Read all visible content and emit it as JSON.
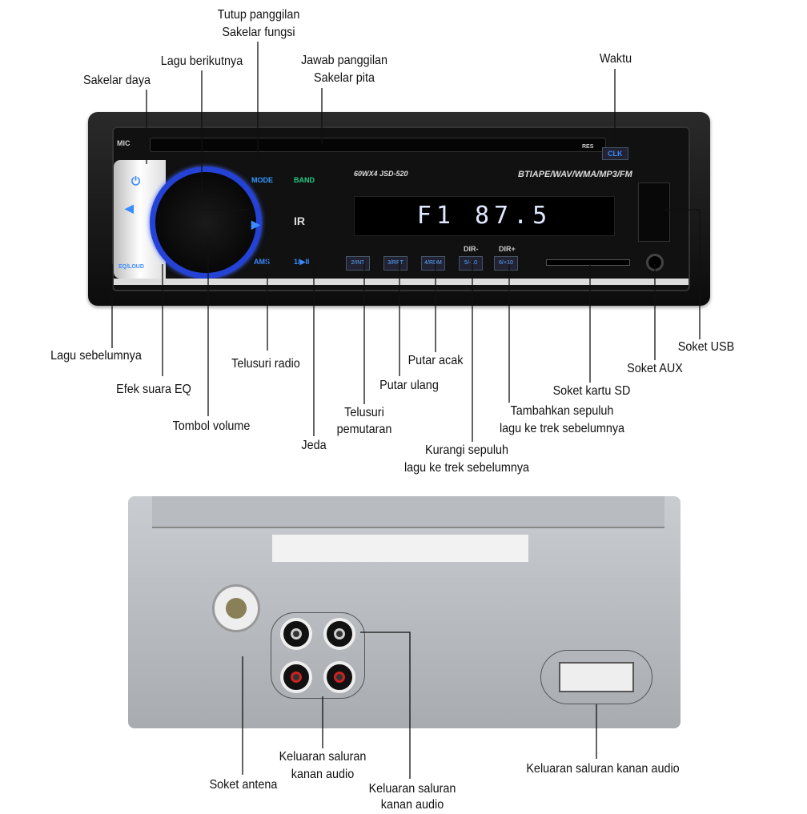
{
  "radio": {
    "model": "60WX4  JSD-520",
    "formats": "BTIAPE/WAV/WMA/MP3/FM",
    "display": "F1  87.5",
    "mic": "MIC",
    "res": "RES",
    "clk": "CLK",
    "mode": "MODE",
    "band": "BAND",
    "eq": "EQ/LOUD",
    "ir": "IR",
    "ams": "AMS",
    "pause": "1/▶II",
    "num_buttons": [
      "2/INT",
      "3/RPT",
      "4/RDM",
      "5/-10",
      "6/+10"
    ],
    "dir_minus": "DIR-",
    "dir_plus": "DIR+"
  },
  "labels": {
    "end_call": "Tutup panggilan",
    "function_switch": "Sakelar fungsi",
    "next_song": "Lagu berikutnya",
    "answer_call": "Jawab panggilan",
    "band_switch": "Sakelar pita",
    "power": "Sakelar daya",
    "clock": "Waktu",
    "prev_song": "Lagu sebelumnya",
    "eq": "Efek suara EQ",
    "volume": "Tombol volume",
    "radio_search": "Telusuri radio",
    "pause": "Jeda",
    "play_search_1": "Telusuri",
    "play_search_2": "pemutaran",
    "repeat": "Putar ulang",
    "random": "Putar acak",
    "minus10_1": "Kurangi sepuluh",
    "minus10_2": "lagu ke trek sebelumnya",
    "plus10_1": "Tambahkan sepuluh",
    "plus10_2": "lagu ke trek sebelumnya",
    "sd": "Soket kartu SD",
    "aux": "Soket AUX",
    "usb": "Soket USB",
    "antenna": "Soket antena",
    "out1_1": "Keluaran saluran",
    "out1_2": "kanan audio",
    "out2_1": "Keluaran saluran",
    "out2_2": "kanan audio",
    "out3": "Keluaran saluran kanan audio"
  }
}
